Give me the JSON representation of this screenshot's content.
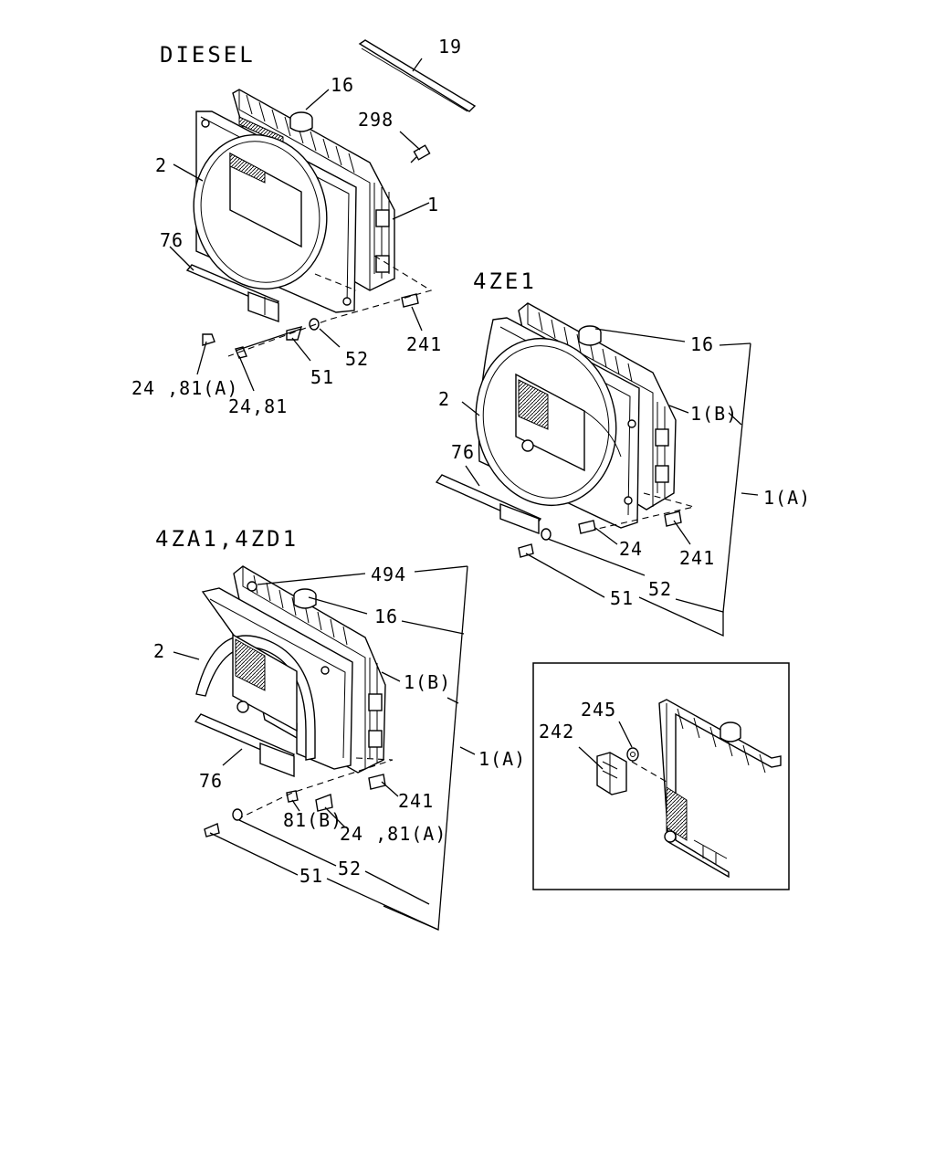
{
  "sections": {
    "diesel": "DIESEL",
    "z4ze1": "4ZE1",
    "z4za1": "4ZA1,4ZD1"
  },
  "callouts": {
    "diesel": {
      "c19": "19",
      "c16": "16",
      "c298": "298",
      "c2": "2",
      "c1": "1",
      "c76": "76",
      "c241": "241",
      "c52": "52",
      "c51": "51",
      "c2481a": "24 ,81(A)",
      "c2481": "24,81"
    },
    "z4ze1": {
      "c16": "16",
      "c1b": "1(B)",
      "c2": "2",
      "c76": "76",
      "c1a": "1(A)",
      "c24": "24",
      "c241": "241",
      "c52": "52",
      "c51": "51"
    },
    "z4za1": {
      "c494": "494",
      "c16": "16",
      "c2": "2",
      "c1b": "1(B)",
      "c1a": "1(A)",
      "c76": "76",
      "c241": "241",
      "c81b": "81(B)",
      "c2481a": "24 ,81(A)",
      "c52": "52",
      "c51": "51"
    },
    "inset": {
      "c245": "245",
      "c242": "242"
    }
  }
}
